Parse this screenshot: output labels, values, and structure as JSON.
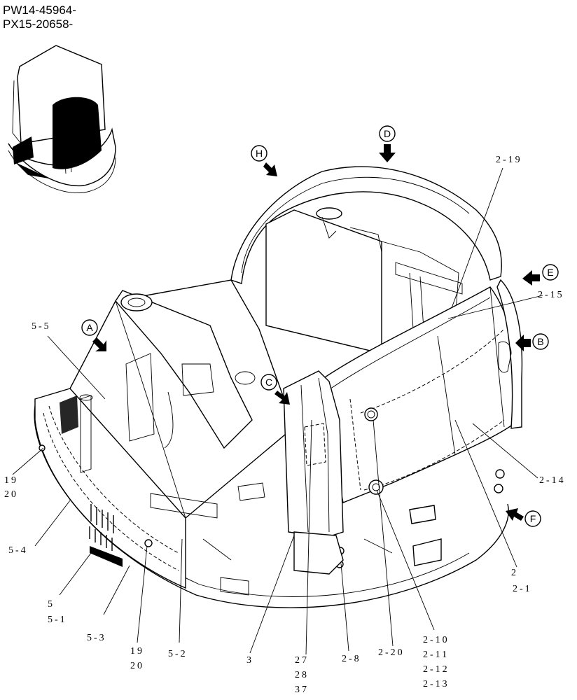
{
  "header": {
    "serial_range_1": "PW14-45964-",
    "serial_range_2": "PX15-20658-"
  },
  "view_markers": [
    {
      "id": "A",
      "label": "A"
    },
    {
      "id": "B",
      "label": "B"
    },
    {
      "id": "C",
      "label": "C"
    },
    {
      "id": "D",
      "label": "D"
    },
    {
      "id": "E",
      "label": "E"
    },
    {
      "id": "F",
      "label": "F"
    },
    {
      "id": "H",
      "label": "H"
    }
  ],
  "callouts": {
    "c_2_19": "2-19",
    "c_2_15": "2-15",
    "c_2_14": "2-14",
    "c_2": "2",
    "c_2_1": "2-1",
    "c_5_5": "5-5",
    "c_19_left": "19",
    "c_20_left": "20",
    "c_5_4": "5-4",
    "c_5": "5",
    "c_5_1": "5-1",
    "c_5_3": "5-3",
    "c_19_bottom": "19",
    "c_20_bottom": "20",
    "c_5_2": "5-2",
    "c_3": "3",
    "c_27": "27",
    "c_28": "28",
    "c_37": "37",
    "c_2_8": "2-8",
    "c_2_20": "2-20",
    "c_2_10": "2-10",
    "c_2_11": "2-11",
    "c_2_12": "2-12",
    "c_2_13": "2-13"
  }
}
